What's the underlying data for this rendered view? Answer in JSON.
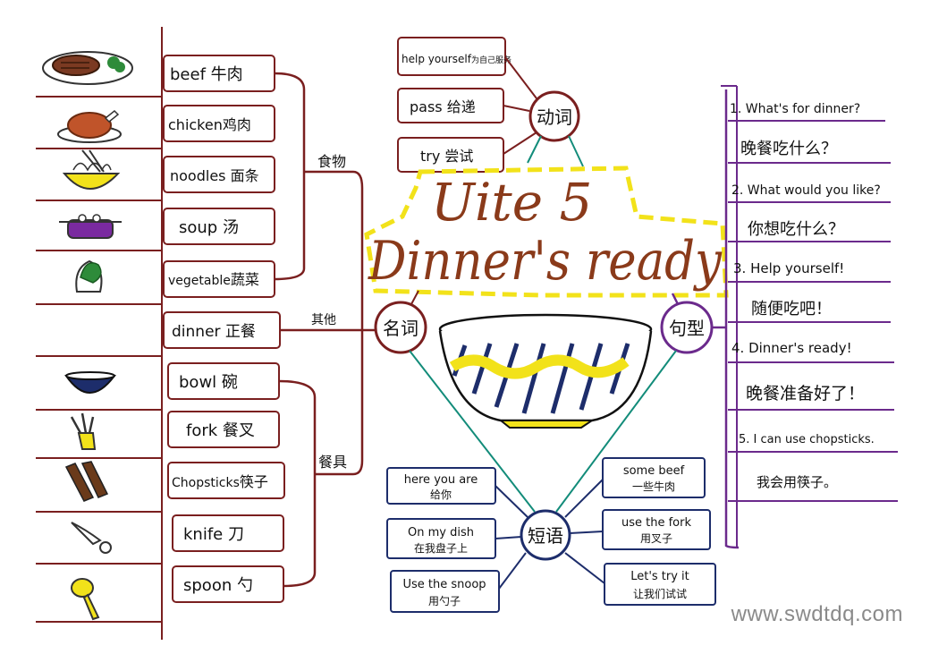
{
  "title": {
    "line1": "Uite 5",
    "line2": "Dinner's ready"
  },
  "hubs": {
    "verbs": "动词",
    "nouns": "名词",
    "phrases": "短语",
    "sentences": "句型"
  },
  "noun_groups": {
    "food": "食物",
    "other": "其他",
    "tableware": "餐具"
  },
  "nouns": [
    {
      "en": "beef",
      "cn": "牛肉"
    },
    {
      "en": "chicken",
      "cn": "鸡肉"
    },
    {
      "en": "noodles",
      "cn": "面条"
    },
    {
      "en": "soup",
      "cn": "汤"
    },
    {
      "en": "vegetable",
      "cn": "蔬菜"
    },
    {
      "en": "dinner",
      "cn": "正餐"
    },
    {
      "en": "bowl",
      "cn": "碗"
    },
    {
      "en": "fork",
      "cn": "餐叉"
    },
    {
      "en": "Chopsticks",
      "cn": "筷子"
    },
    {
      "en": "knife",
      "cn": "刀"
    },
    {
      "en": "spoon",
      "cn": "勺"
    }
  ],
  "verbs": [
    {
      "en": "help yourself",
      "cn": "为自己服务"
    },
    {
      "en": "pass",
      "cn": "给递"
    },
    {
      "en": "try",
      "cn": "尝试"
    }
  ],
  "phrases": [
    {
      "en": "here you are",
      "cn": "给你"
    },
    {
      "en": "On my dish",
      "cn": "在我盘子上"
    },
    {
      "en": "Use the snoop",
      "cn": "用勺子"
    },
    {
      "en": "some beef",
      "cn": "一些牛肉"
    },
    {
      "en": "use the fork",
      "cn": "用叉子"
    },
    {
      "en": "Let's try it",
      "cn": "让我们试试"
    }
  ],
  "sentences": [
    {
      "en": "1. What's for dinner?",
      "cn": "晚餐吃什么？"
    },
    {
      "en": "2. What would you like?",
      "cn": "你想吃什么？"
    },
    {
      "en": "3. Help yourself!",
      "cn": "随便吃吧！"
    },
    {
      "en": "4. Dinner's ready!",
      "cn": "晚餐准备好了！"
    },
    {
      "en": "5. I can use chopsticks.",
      "cn": "我会用筷子。"
    }
  ],
  "watermark": "www.swdtdq.com",
  "colors": {
    "brown": "#7a1f1f",
    "purple": "#6b2a8c",
    "navy": "#1d2d6b",
    "teal": "#138c7a",
    "yellow": "#f2e21a",
    "title": "#8a3a1a"
  }
}
